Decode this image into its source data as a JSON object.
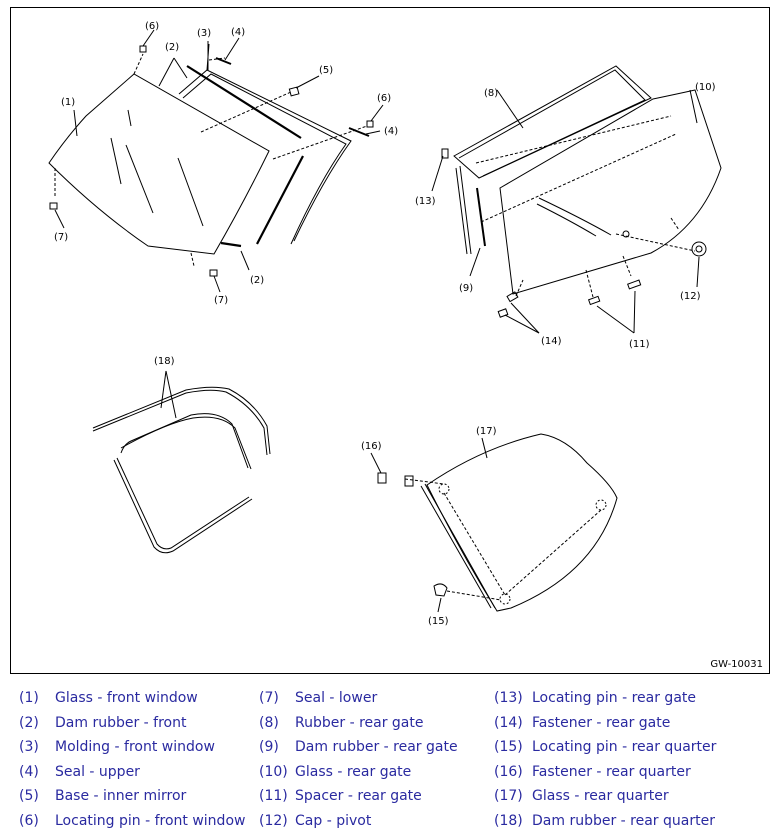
{
  "figure_code": "GW-10031",
  "callouts": [
    "(1)",
    "(2)",
    "(2)",
    "(3)",
    "(4)",
    "(4)",
    "(5)",
    "(6)",
    "(6)",
    "(7)",
    "(7)",
    "(8)",
    "(9)",
    "(10)",
    "(11)",
    "(12)",
    "(13)",
    "(14)",
    "(15)",
    "(16)",
    "(17)",
    "(18)"
  ],
  "legend": [
    {
      "num": "(1)",
      "text": "Glass - front window"
    },
    {
      "num": "(2)",
      "text": "Dam rubber - front"
    },
    {
      "num": "(3)",
      "text": "Molding - front window"
    },
    {
      "num": "(4)",
      "text": "Seal - upper"
    },
    {
      "num": "(5)",
      "text": "Base - inner mirror"
    },
    {
      "num": "(6)",
      "text": "Locating pin - front window"
    },
    {
      "num": "(7)",
      "text": "Seal - lower"
    },
    {
      "num": "(8)",
      "text": "Rubber - rear gate"
    },
    {
      "num": "(9)",
      "text": "Dam rubber - rear gate"
    },
    {
      "num": "(10)",
      "text": "Glass - rear gate"
    },
    {
      "num": "(11)",
      "text": "Spacer - rear gate"
    },
    {
      "num": "(12)",
      "text": "Cap - pivot"
    },
    {
      "num": "(13)",
      "text": "Locating pin - rear gate"
    },
    {
      "num": "(14)",
      "text": "Fastener - rear gate"
    },
    {
      "num": "(15)",
      "text": "Locating pin - rear quarter"
    },
    {
      "num": "(16)",
      "text": "Fastener - rear quarter"
    },
    {
      "num": "(17)",
      "text": "Glass - rear quarter"
    },
    {
      "num": "(18)",
      "text": "Dam rubber - rear quarter"
    }
  ]
}
